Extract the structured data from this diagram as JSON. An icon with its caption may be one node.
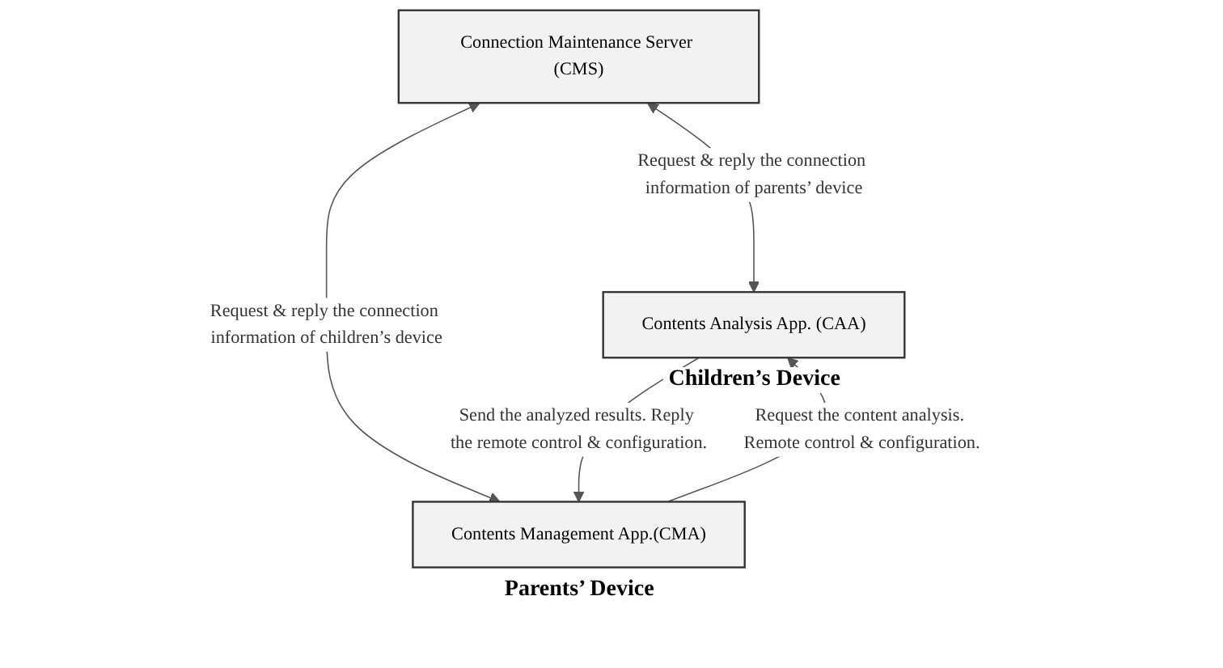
{
  "diagram": {
    "nodes": [
      {
        "text": [
          "Connection Maintenance Server (CMS)"
        ]
      },
      {
        "text": [
          "Contents Analysis App. (CAA)"
        ],
        "beside": [
          "Children’s Device"
        ]
      },
      {
        "text": [
          "Contents Management App.(CMA)"
        ],
        "beside": [
          "Parents’ Device"
        ]
      }
    ],
    "edges": [
      {
        "from": 0,
        "to": 1,
        "arrow": "both",
        "label": "Request & reply the connection information of parents’ device"
      },
      {
        "from": 0,
        "to": 2,
        "arrow": "both",
        "label": "Request & reply the connection information of children’s device"
      },
      {
        "from": 2,
        "to": 1,
        "arrow": "to",
        "label": "Request the content analysis. Remote control & configuration."
      },
      {
        "from": 1,
        "to": 2,
        "arrow": "to",
        "label": "Send the analyzed results. Reply the remote control & configuration."
      }
    ]
  }
}
